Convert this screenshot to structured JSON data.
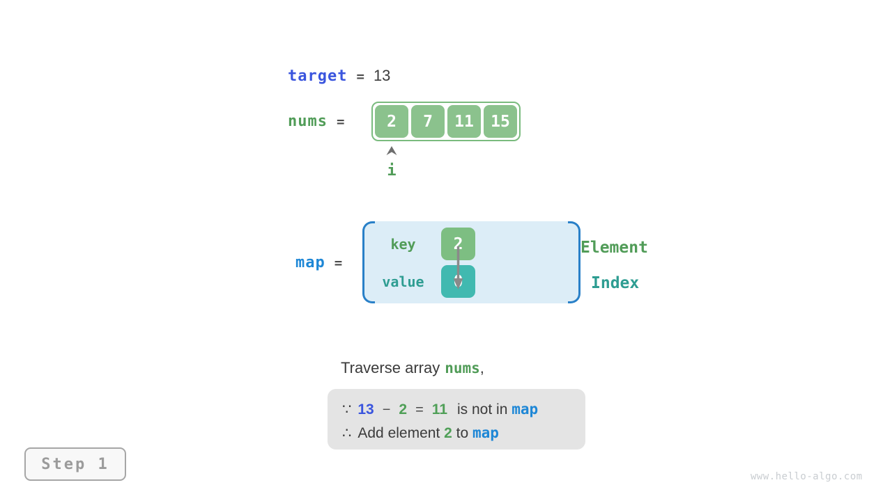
{
  "target_row": {
    "keyword": "target",
    "eq": "=",
    "value": "13"
  },
  "nums_row": {
    "keyword": "nums",
    "eq": "=",
    "cells": [
      "2",
      "7",
      "11",
      "15"
    ],
    "pointer_label": "i"
  },
  "map_row": {
    "keyword": "map",
    "eq": "=",
    "key_label": "key",
    "key_cell": "2",
    "value_label": "value",
    "value_cell": "0",
    "element_label": "Element",
    "index_label": "Index"
  },
  "caption": {
    "before": "Traverse array",
    "code": "nums",
    "after": ","
  },
  "note": {
    "line1": {
      "sym": "∵",
      "n1": "13",
      "op1": "−",
      "n2": "2",
      "op2": "=",
      "n3": "11",
      "text": "is not in ",
      "code": "map"
    },
    "line2": {
      "sym": "∴",
      "t1": "Add element ",
      "n": "2",
      "t2": " to ",
      "code": "map"
    }
  },
  "step_button": {
    "label": "Step 1"
  },
  "watermark": "www.hello-algo.com",
  "colors": {
    "target_blue": "#3A55DE",
    "map_azure": "#1E87D6",
    "green_text": "#519C58",
    "teal_text": "#2E9D92",
    "nums_cell_green": "#8BC28D",
    "key_cell_green": "#7DBE82",
    "value_cell_teal": "#41B9B0",
    "map_box_bg": "#DCEDF7",
    "map_box_border": "#2980C8",
    "note_bg": "#E4E4E4",
    "dark_text": "#3B3B3B"
  }
}
